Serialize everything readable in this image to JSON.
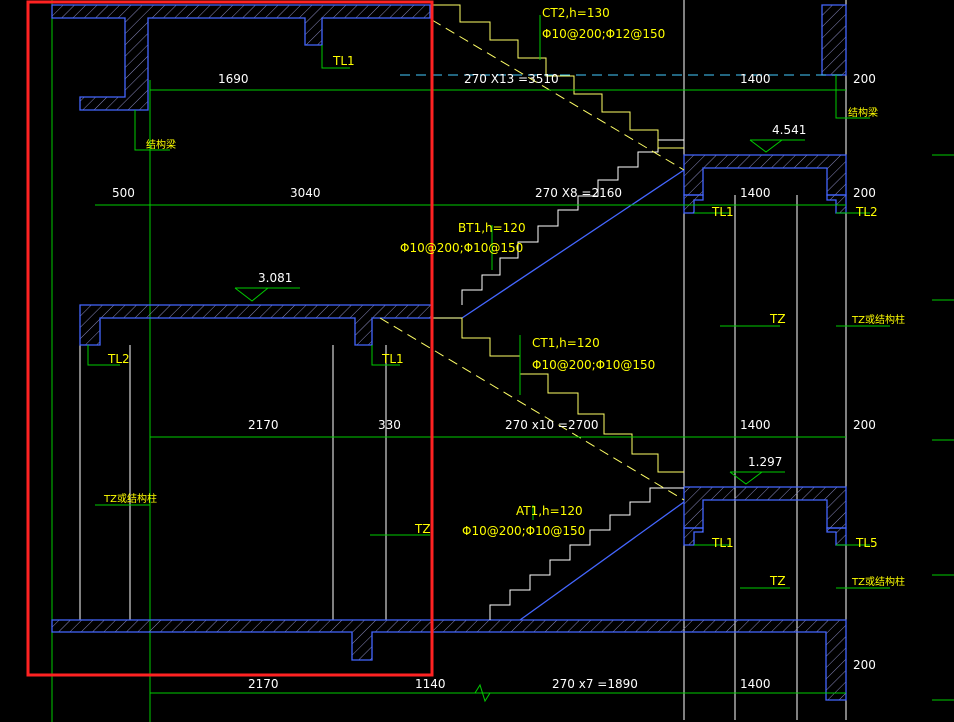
{
  "colors": {
    "background": "#000000",
    "concrete": "#4466ff",
    "hatch": "#aaaacc",
    "dimension_line": "#00cc00",
    "dimension_text": "#ffffff",
    "annotation_text": "#ffff00",
    "annotation_line": "#00cc00",
    "hidden_line": "#ffff66",
    "highlight_box": "#ff2222",
    "wall_line": "#ffffff"
  },
  "dimensions": {
    "d_1690": "1690",
    "d_270x13": "270 X13 =3510",
    "d_1400_top": "1400",
    "d_200_top": "200",
    "d_500": "500",
    "d_3040": "3040",
    "d_270x8": "270 X8 =2160",
    "d_1400_mid": "1400",
    "d_200_mid": "200",
    "d_2170_mid": "2170",
    "d_330": "330",
    "d_270x10": "270 x10 =2700",
    "d_1400_low": "1400",
    "d_200_low": "200",
    "d_200_bottom": "200",
    "d_2170_bottom": "2170",
    "d_1140": "1140",
    "d_270x7": "270 x7 =1890",
    "d_1400_bottom": "1400"
  },
  "elevations": {
    "e_4541": "4.541",
    "e_3081": "3.081",
    "e_1297": "1.297"
  },
  "labels": {
    "ct2_title": "CT2,h=130",
    "ct2_rebar": "Φ10@200;Φ12@150",
    "bt1_title": "BT1,h=120",
    "bt1_rebar": "Φ10@200;Φ10@150",
    "ct1_title": "CT1,h=120",
    "ct1_rebar": "Φ10@200;Φ10@150",
    "at1_title": "AT1,h=120",
    "at1_rebar": "Φ10@200;Φ10@150",
    "tl1_top": "TL1",
    "jgl_top_left": "结构梁",
    "jgl_top_right": "结构梁",
    "tl1_mid_right": "TL1",
    "tl2_mid_right": "TL2",
    "tl2_left": "TL2",
    "tl1_center": "TL1",
    "tz_mid_right": "TZ",
    "tz_jgz_mid_right": "TZ或结构柱",
    "tz_jgz_left": "TZ或结构柱",
    "tz_center": "TZ",
    "tl1_low_right": "TL1",
    "tl5_low_right": "TL5",
    "tz_low_right": "TZ",
    "tz_jgz_low_right": "TZ或结构柱"
  }
}
